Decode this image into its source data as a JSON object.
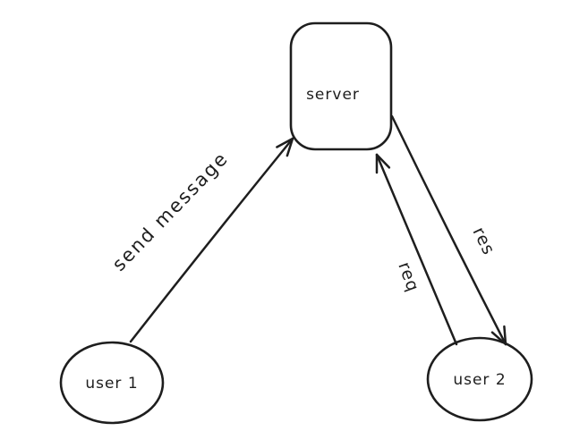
{
  "colors": {
    "stroke": "#1e1e1e",
    "background": "#ffffff"
  },
  "nodes": {
    "server": {
      "label": "server",
      "shape": "rounded-rectangle"
    },
    "user1": {
      "label": "user 1",
      "shape": "ellipse"
    },
    "user2": {
      "label": "user 2",
      "shape": "ellipse"
    }
  },
  "edges": {
    "send_message": {
      "label": "send message",
      "from": "user 1",
      "to": "server"
    },
    "req": {
      "label": "req",
      "from": "user 2",
      "to": "server"
    },
    "res": {
      "label": "res",
      "from": "server",
      "to": "user 2"
    }
  }
}
